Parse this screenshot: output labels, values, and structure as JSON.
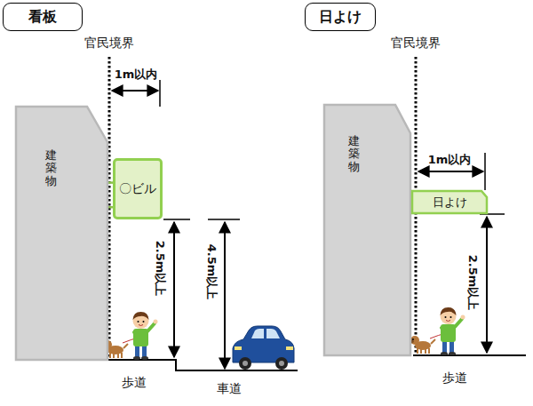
{
  "diagram": {
    "nodes": [
      {
        "text": [
          "看板"
        ]
      },
      {
        "text": [
          "建築物"
        ]
      },
      {
        "text": [
          "〇ビル"
        ]
      },
      {
        "text": [
          "日よけ"
        ]
      },
      {
        "text": [
          "建築物"
        ]
      },
      {
        "text": [
          "日よけ"
        ]
      }
    ],
    "edges": [
      {
        "from": 2,
        "to": 1,
        "arrow": "none"
      },
      {
        "from": 2,
        "to": 1,
        "arrow": "none"
      }
    ],
    "labels": [
      "官民境界",
      "1m以内",
      "2.5m以上",
      "4.5m以上",
      "歩道",
      "車道",
      "官民境界",
      "1m以内",
      "2.5m以上",
      "歩道"
    ]
  }
}
